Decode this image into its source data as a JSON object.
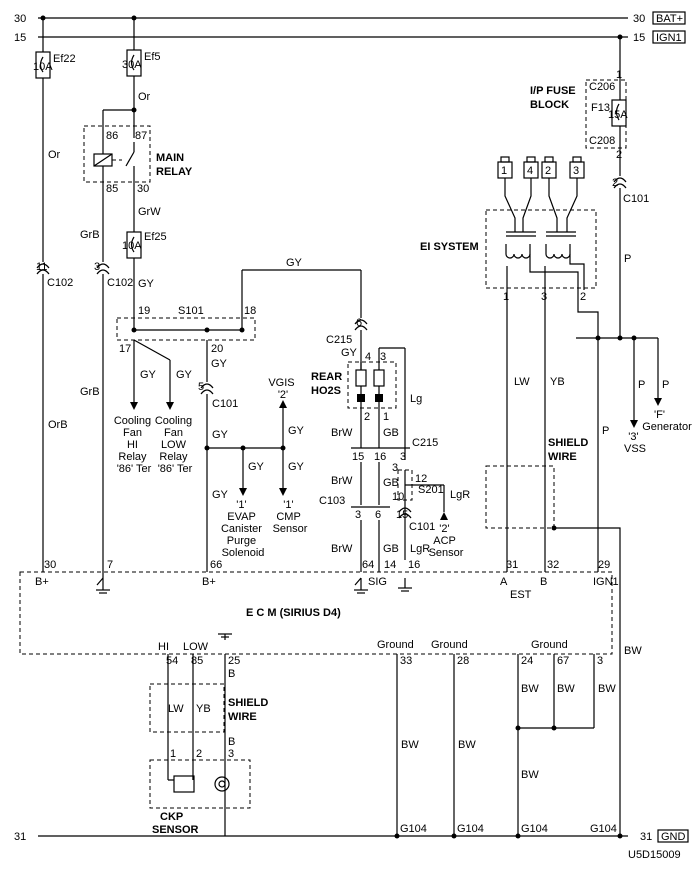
{
  "rails": {
    "bat_num_left": "30",
    "bat_num_right": "30",
    "bat_tag": "BAT+",
    "ign_num_left": "15",
    "ign_num_right": "15",
    "ign_tag": "IGN1",
    "gnd_num_left": "31",
    "gnd_num_right": "31",
    "gnd_tag": "GND"
  },
  "fuses": {
    "ef22": {
      "amp": "10A",
      "name": "Ef22"
    },
    "ef5": {
      "amp": "30A",
      "name": "Ef5"
    },
    "ef25": {
      "amp": "10A",
      "name": "Ef25"
    },
    "f13": {
      "amp": "15A",
      "name": "F13",
      "top_conn": "C206",
      "bot_conn": "C208",
      "pin_top": "1",
      "pin_bot": "2",
      "block_l1": "I/P FUSE",
      "block_l2": "BLOCK"
    }
  },
  "relay": {
    "name_l1": "MAIN",
    "name_l2": "RELAY",
    "pin_86": "86",
    "pin_87": "87",
    "pin_85": "85",
    "pin_30": "30"
  },
  "wires": {
    "or1": "Or",
    "or2": "Or",
    "grb1": "GrB",
    "grb2": "GrB",
    "orb": "OrB",
    "grw": "GrW",
    "gy": "GY",
    "brw": "BrW",
    "gb": "GB",
    "lg": "Lg",
    "lgr": "LgR",
    "lw": "LW",
    "yb": "YB",
    "p": "P",
    "bw": "BW"
  },
  "connectors": {
    "c102": "C102",
    "c101": "C101",
    "c215": "C215",
    "c103": "C103",
    "s101": "S101",
    "s201": "S201"
  },
  "pins": {
    "p11": "11",
    "p3": "3",
    "p19": "19",
    "p18": "18",
    "p17": "17",
    "p20": "20",
    "p5": "5",
    "p6": "6",
    "p4": "4",
    "p2": "2",
    "p1": "1",
    "p15": "15",
    "p16": "16",
    "p12": "12",
    "p10": "10",
    "p64": "64",
    "p14": "14",
    "p30": "30",
    "p7": "7",
    "p66": "66",
    "p31": "31",
    "p32": "32",
    "p29": "29",
    "p54": "54",
    "p85": "85",
    "p25": "25",
    "p33": "33",
    "p28": "28",
    "p24": "24",
    "p67": "67",
    "pB": "B"
  },
  "loads": {
    "fan_hi": [
      "Cooling",
      "Fan",
      "HI",
      "Relay",
      "'86' Ter"
    ],
    "fan_low": [
      "Cooling",
      "Fan",
      "LOW",
      "Relay",
      "'86' Ter"
    ],
    "vgis": [
      "VGIS",
      "'2'"
    ],
    "evap": [
      "'1'",
      "EVAP",
      "Canister",
      "Purge",
      "Solenoid"
    ],
    "cmp": [
      "'1'",
      "CMP",
      "Sensor"
    ],
    "acp": [
      "'2'",
      "ACP",
      "Sensor"
    ],
    "vss": [
      "'3'",
      "VSS"
    ],
    "gen": [
      "'F'",
      "Generator"
    ]
  },
  "components": {
    "ho2s_l1": "REAR",
    "ho2s_l2": "HO2S",
    "ei": "EI SYSTEM",
    "shield_l1": "SHIELD",
    "shield_l2": "WIRE",
    "ckp_l1": "CKP",
    "ckp_l2": "SENSOR",
    "coil_1": "1",
    "coil_4": "4",
    "coil_2": "2",
    "coil_3": "3"
  },
  "ecm": {
    "title": "E  C  M (SIRIUS D4)",
    "bplus1": "B+",
    "bplus2": "B+",
    "sig": "SIG",
    "a": "A",
    "b": "B",
    "est": "EST",
    "ign1": "IGN1",
    "hi": "HI",
    "low": "LOW",
    "ground1": "Ground",
    "ground2": "Ground",
    "ground3": "Ground"
  },
  "grounds": {
    "g104": "G104"
  },
  "footer": "U5D15009"
}
